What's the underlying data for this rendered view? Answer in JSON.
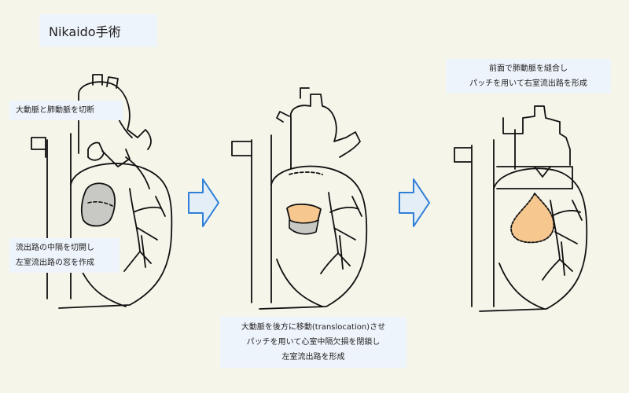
{
  "title": "Nikaido手術",
  "colors": {
    "background": "#f6f5ea",
    "label_bg": "#eef4fb",
    "arrow_fill": "#e3eef6",
    "arrow_stroke": "#2f7fd8",
    "window_gray": "#c8c8c4",
    "patch_orange": "#f6c890",
    "outline": "#111111"
  },
  "panels": [
    {
      "step": 1,
      "label_top": "大動脈と肺動脈を切断",
      "label_bottom": [
        "流出路の中隔を切開し",
        "左室流出路の窓を作成"
      ]
    },
    {
      "step": 2,
      "label_bottom": [
        "大動脈を後方に移動(translocation)させ",
        "パッチを用いて心室中隔欠損を閉鎖し",
        "左室流出路を形成"
      ]
    },
    {
      "step": 3,
      "label_top": [
        "前面で肺動脈を縫合し",
        "パッチを用いて右室流出路を形成"
      ]
    }
  ],
  "arrows": [
    "arrow-right-icon",
    "arrow-right-icon"
  ]
}
